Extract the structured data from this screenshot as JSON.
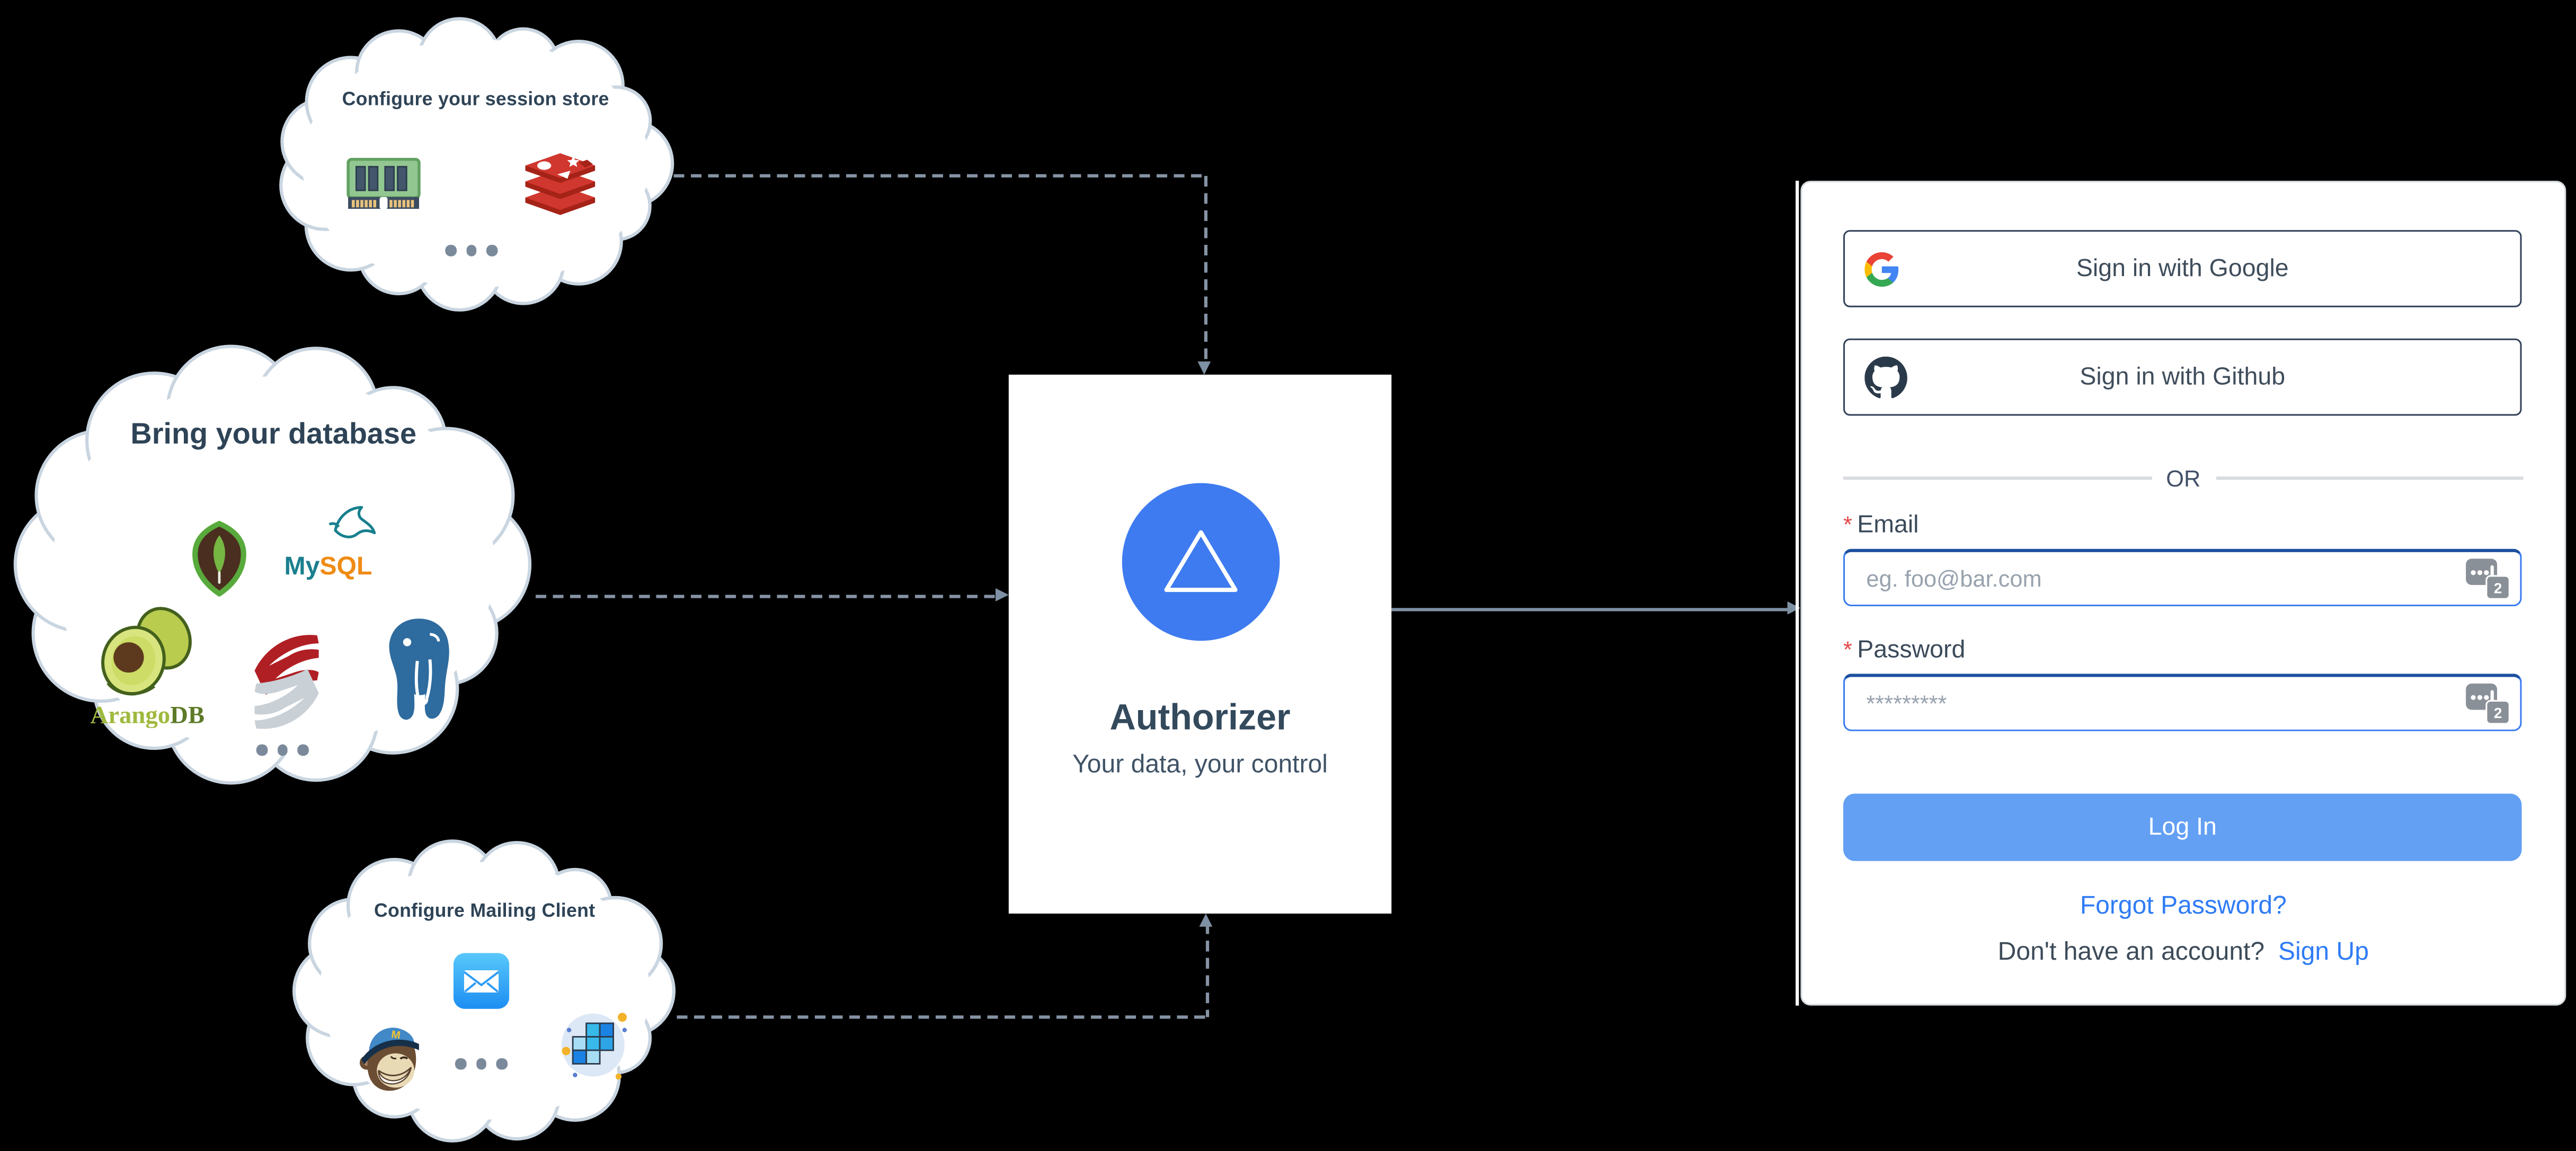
{
  "diagram": {
    "session_cloud": {
      "title": "Configure your session store",
      "icons": [
        "memcached-ram",
        "redis",
        "ellipsis"
      ]
    },
    "database_cloud": {
      "title": "Bring your database",
      "icons": [
        "mongodb",
        "mysql",
        "arangodb",
        "microsoft-sql-server",
        "postgresql",
        "ellipsis"
      ],
      "mysql_text_1": "My",
      "mysql_text_2": "SQL",
      "arango_text_1": "Arango",
      "arango_text_2": "DB"
    },
    "mailing_cloud": {
      "title": "Configure Mailing Client",
      "icons": [
        "apple-mail",
        "mailchimp",
        "sendgrid",
        "ellipsis"
      ]
    },
    "authorizer": {
      "name": "Authorizer",
      "tagline": "Your data, your control"
    }
  },
  "login_form": {
    "google_button_label": "Sign in with Google",
    "github_button_label": "Sign in with Github",
    "divider_label": "OR",
    "email_field": {
      "required_mark": "*",
      "label": "Email",
      "placeholder": "eg. foo@bar.com"
    },
    "password_field": {
      "required_mark": "*",
      "label": "Password",
      "placeholder": "*********"
    },
    "login_button_label": "Log In",
    "forgot_password_link": "Forgot Password?",
    "signup_prompt": "Don't have an account?",
    "signup_link": "Sign Up",
    "autofill_badge_count": "2"
  },
  "colors": {
    "background": "#000000",
    "cloud_outline": "#c9d5e0",
    "connector_gray": "#8593a4",
    "heading_text": "#2e4356",
    "authorizer_blue": "#3e7bf0",
    "login_button_blue": "#63a0f3",
    "link_blue": "#2f7cf6",
    "input_border_blue": "#3b7cf0",
    "required_red": "#e5474b"
  }
}
